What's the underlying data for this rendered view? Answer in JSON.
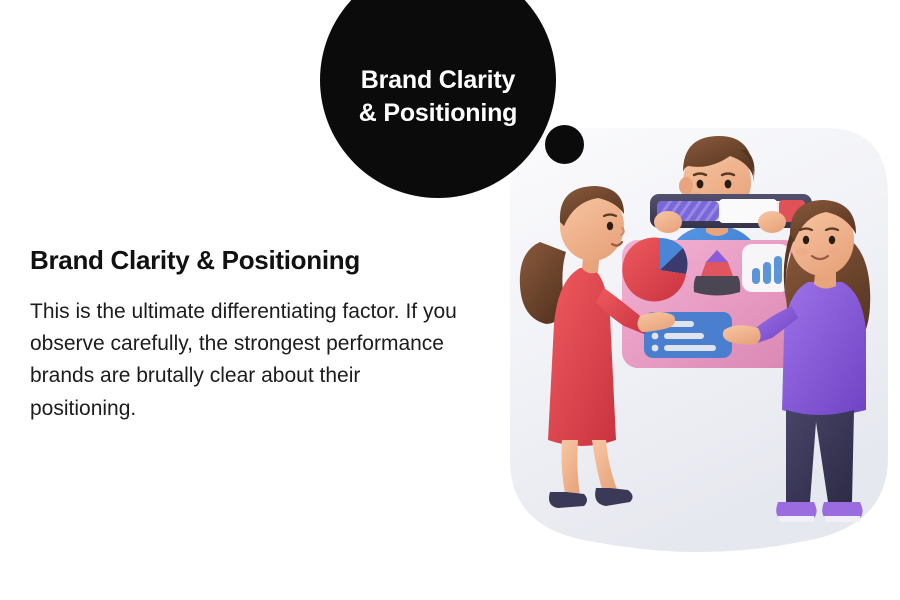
{
  "slide": {
    "badge": {
      "line1": "Brand Clarity",
      "line2": "& Positioning",
      "shape": "circle",
      "bg_color": "#0b0b0b",
      "text_color": "#ffffff"
    },
    "accent_dot": {
      "shape": "circle",
      "color": "#0b0b0b"
    },
    "heading": "Brand Clarity & Positioning",
    "body": "This is the ultimate differentiating factor. If you observe carefully, the strongest performance brands are brutally clear about their positioning.",
    "background_color": "#ffffff",
    "heading_color": "#111111",
    "body_color": "#1c1c1c"
  },
  "illustration": {
    "name": "team-analytics-dashboard-3d",
    "backdrop_color": "#eef0f5",
    "panel": {
      "name": "dashboard-panel",
      "color": "#e9a0c4"
    },
    "people": [
      {
        "name": "woman-red-dress",
        "position": "left",
        "hair_color": "#6b4430",
        "hairstyle": "ponytail",
        "clothing_color": "#e0414a",
        "shoe_color": "#3a3a58",
        "skin_color": "#f0b48f"
      },
      {
        "name": "man-blue-sweater",
        "position": "center-back",
        "hair_color": "#6b4430",
        "clothing_color": "#3a7fd5",
        "skin_color": "#f0b48f"
      },
      {
        "name": "woman-purple-top",
        "position": "right",
        "hair_color": "#6b4430",
        "hairstyle": "long",
        "clothing_color": "#8a5cd8",
        "pants_color": "#373456",
        "shoe_color": "#9a6ce0",
        "skin_color": "#f0b48f"
      }
    ],
    "widgets": [
      {
        "name": "progress-bar",
        "frame_color": "#3b3b52",
        "fill_color": "#7b68d8",
        "empty_color": "#f2f2f4",
        "end_color": "#e0414a"
      },
      {
        "name": "pie-chart",
        "slices": [
          {
            "label": "major",
            "color": "#e0414a"
          },
          {
            "label": "secondary",
            "color": "#4a86d8"
          },
          {
            "label": "tertiary",
            "color": "#3a3a6e"
          }
        ]
      },
      {
        "name": "pyramid-chart",
        "tiers": [
          {
            "label": "top",
            "color": "#8a5cd8"
          },
          {
            "label": "middle",
            "color": "#e0565e"
          },
          {
            "label": "base",
            "color": "#4a4653"
          }
        ]
      },
      {
        "name": "bar-chart-card",
        "card_color": "#f7f5f7",
        "bar_color": "#5b94d8",
        "bars": [
          3,
          4,
          5
        ]
      },
      {
        "name": "list-card",
        "card_color": "#4a7fd0",
        "rows": 3,
        "row_color": "#dfe4ec"
      }
    ]
  }
}
